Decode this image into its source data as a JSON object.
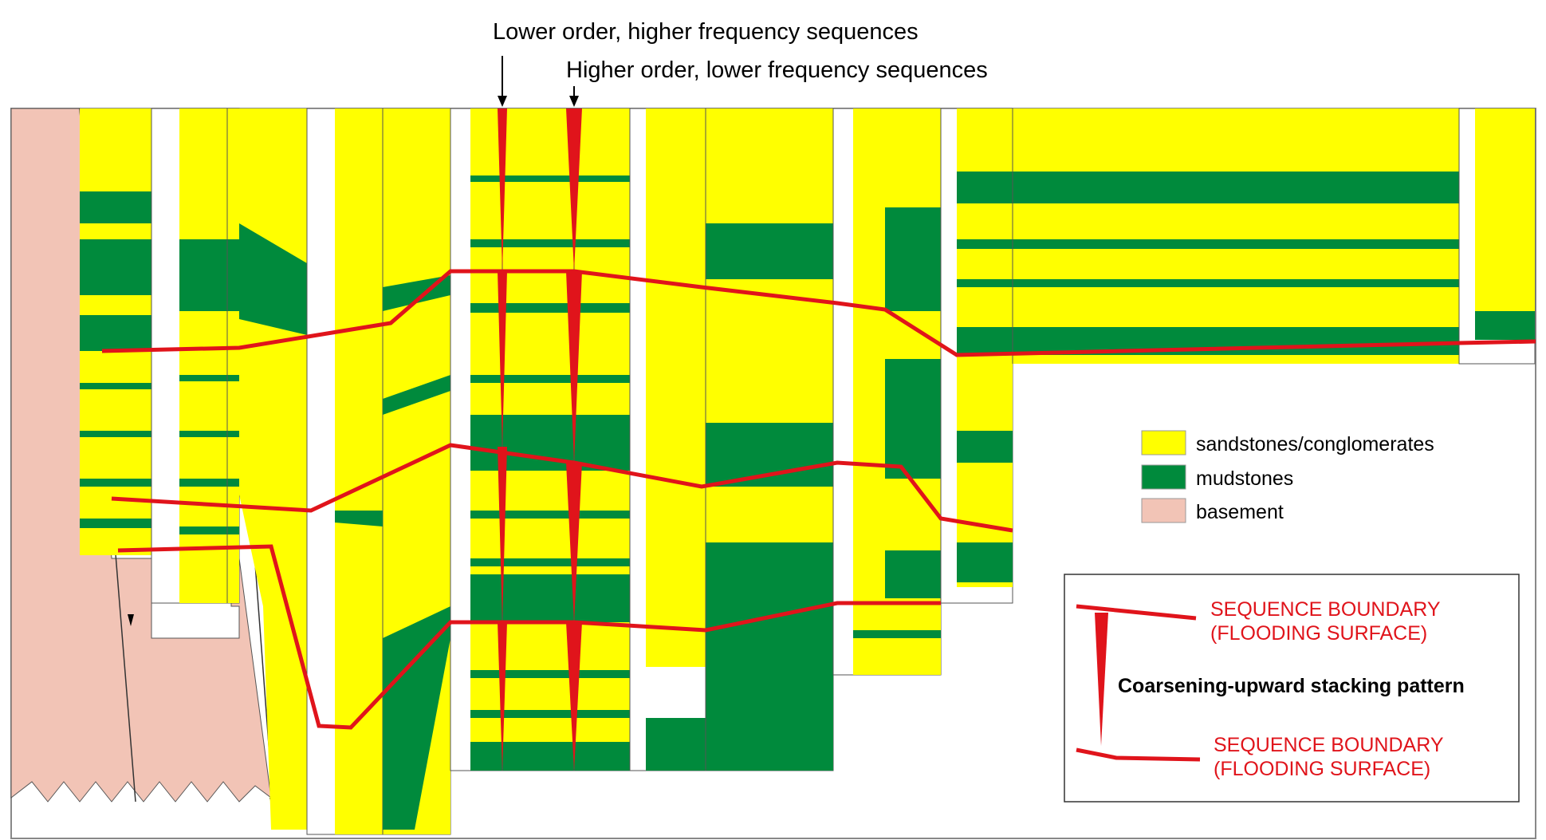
{
  "headers": {
    "lower_order": "Lower order, higher frequency sequences",
    "higher_order": "Higher order, lower frequency sequences"
  },
  "legend": {
    "sand": "sandstones/conglomerates",
    "mud": "mudstones",
    "basement": "basement"
  },
  "key": {
    "boundary_top_1": "SEQUENCE BOUNDARY",
    "boundary_top_2": "(FLOODING SURFACE)",
    "pattern": "Coarsening-upward stacking pattern",
    "boundary_bottom_1": "SEQUENCE BOUNDARY",
    "boundary_bottom_2": "(FLOODING SURFACE)"
  },
  "colors": {
    "sand": "#ffff00",
    "mud": "#008a3c",
    "basement": "#f2c4b6",
    "boundary": "#e0141b"
  }
}
